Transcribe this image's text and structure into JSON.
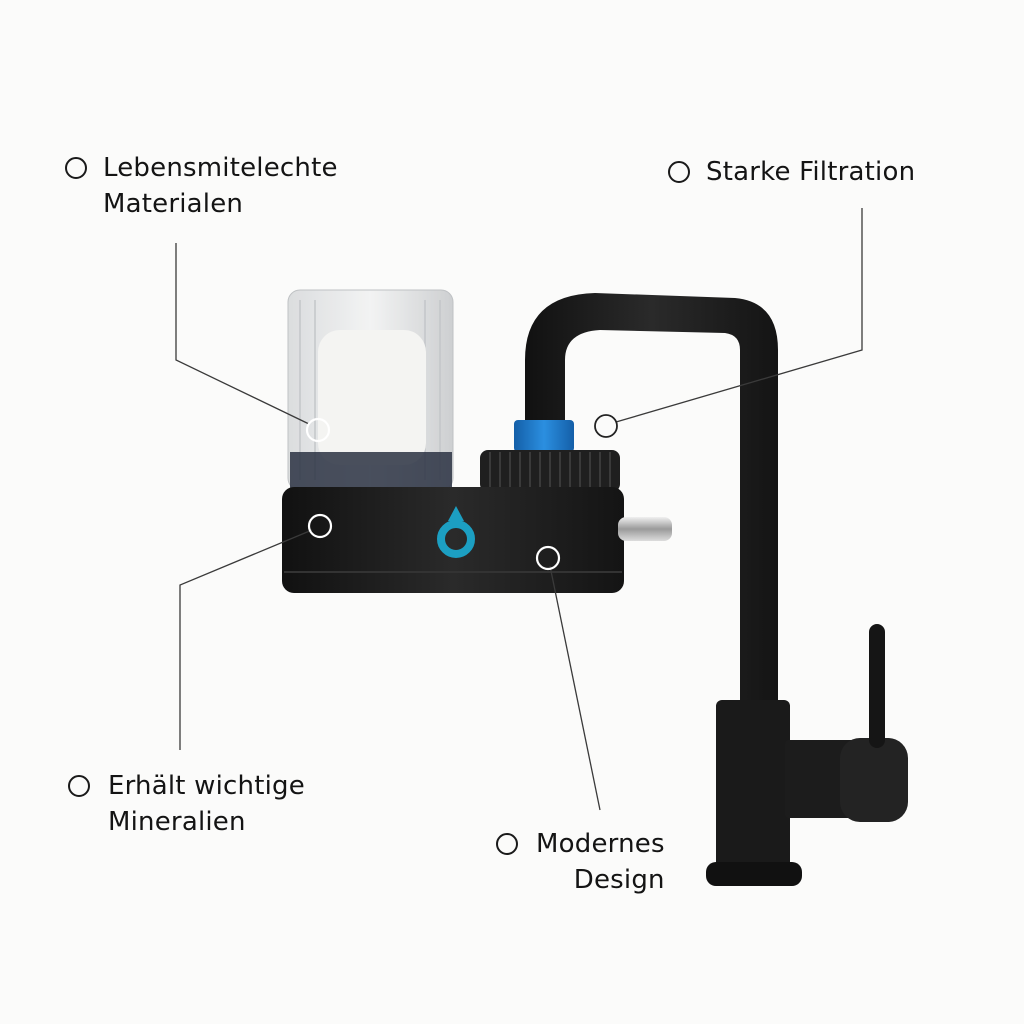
{
  "callouts": [
    {
      "id": "food-safe",
      "lines": [
        "Lebensmitelechte",
        "Materialen"
      ]
    },
    {
      "id": "filtration",
      "lines": [
        "Starke Filtration"
      ]
    },
    {
      "id": "minerals",
      "lines": [
        "Erhält wichtige",
        "Mineralien"
      ]
    },
    {
      "id": "design",
      "lines": [
        "Modernes",
        "Design"
      ]
    }
  ],
  "colors": {
    "background": "#fbfbfa",
    "body": "#1c1c1c",
    "accent_blue": "#1f7fd0",
    "logo_teal": "#1c9fc2",
    "leader_line": "#3a3a3a"
  }
}
